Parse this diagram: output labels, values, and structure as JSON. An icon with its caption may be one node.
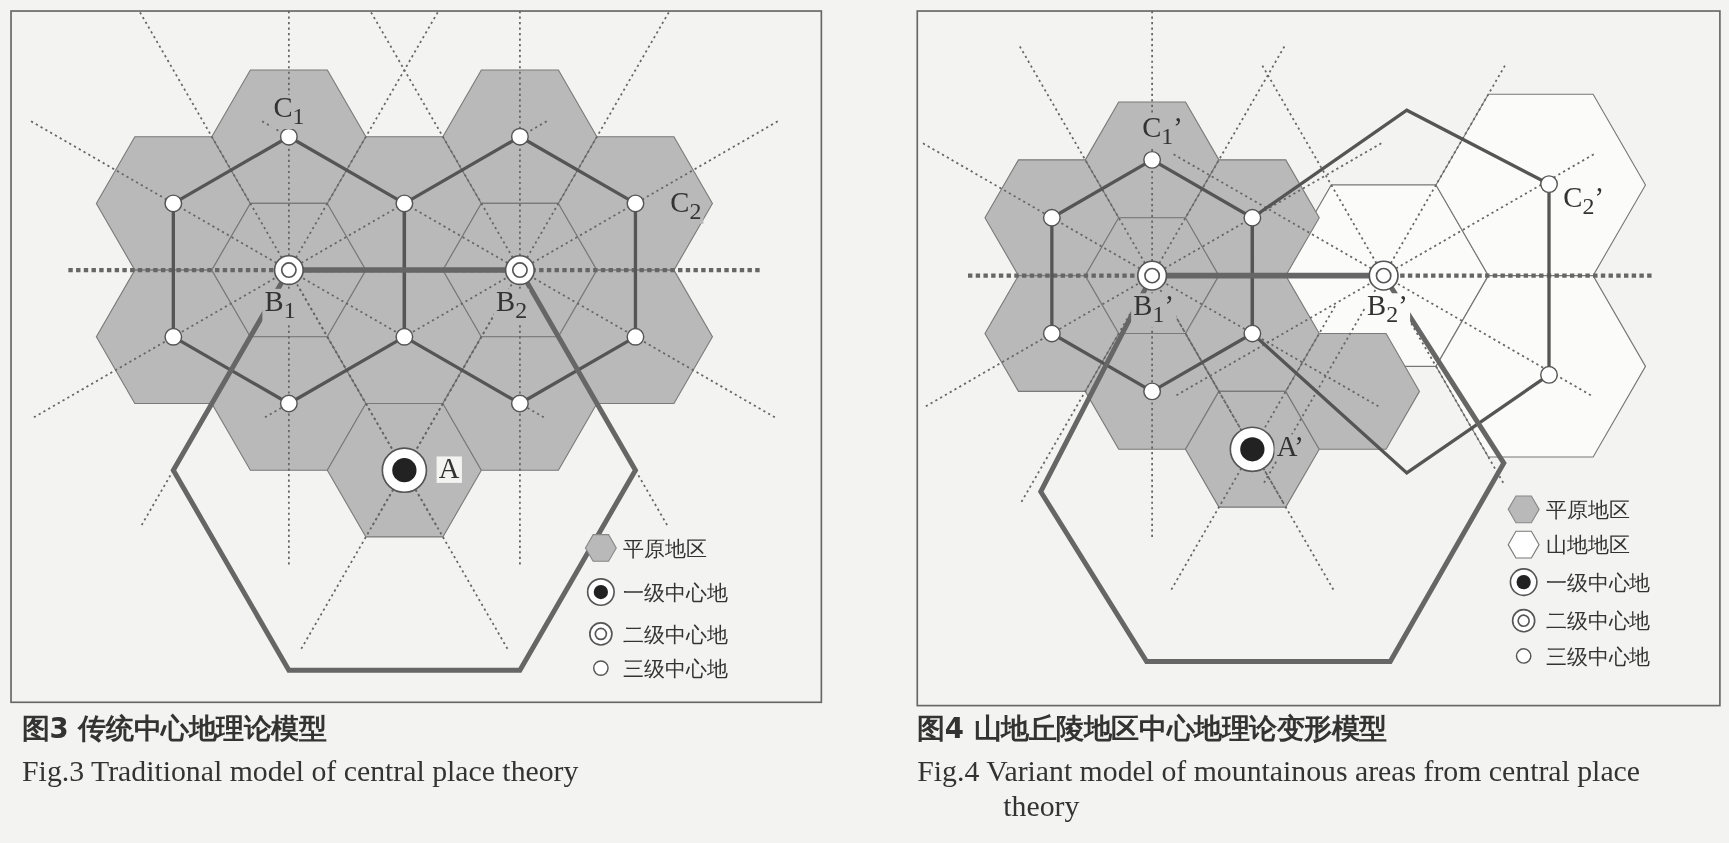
{
  "diagram": {
    "labels": [
      "C$_{1}$",
      "C$_{2}$",
      "B$_{1}$",
      "B$_{2}$",
      "A",
      "图3 传统中心地理论模型",
      "Fig.3 Traditional model of central place theory",
      "C$_{1}$’",
      "C$_{2}$’",
      "B$_{1}$’",
      "B$_{2}$’",
      "A’",
      "图4 山地丘陵地区中心地理论变形模型",
      "Fig.4 Variant model of mountainous areas from central place theory"
    ],
    "legend": [
      {
        "text": "平原地区"
      },
      {
        "text": "一级中心地"
      },
      {
        "text": "二级中心地"
      },
      {
        "text": "三级中心地"
      },
      {
        "text": "平原地区"
      },
      {
        "text": "山地地区"
      },
      {
        "text": "一级中心地"
      },
      {
        "text": "二级中心地"
      },
      {
        "text": "三级中心地"
      }
    ]
  }
}
